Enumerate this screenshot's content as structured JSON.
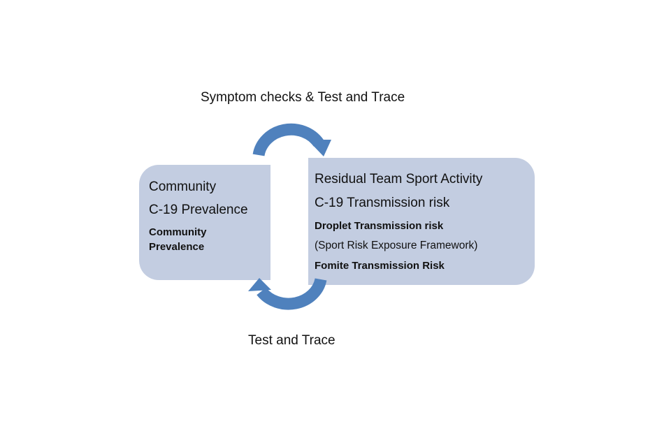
{
  "top_label": "Symptom checks & Test and Trace",
  "bottom_label": "Test and Trace",
  "left_box": {
    "line1": "Community",
    "line2": "C-19 Prevalence",
    "line3": "Community",
    "line4": "Prevalence"
  },
  "right_box": {
    "line1": "Residual Team Sport Activity",
    "line2": "C-19 Transmission risk",
    "line3": "Droplet Transmission risk",
    "line4": "(Sport Risk Exposure Framework)",
    "line5": "Fomite Transmission Risk"
  },
  "colors": {
    "box_fill": "#c3cde1",
    "arrow": "#4f81bd",
    "text": "#111111"
  },
  "icons": {
    "top_arrow": "curved-arrow-right-icon",
    "bottom_arrow": "curved-arrow-left-icon"
  }
}
